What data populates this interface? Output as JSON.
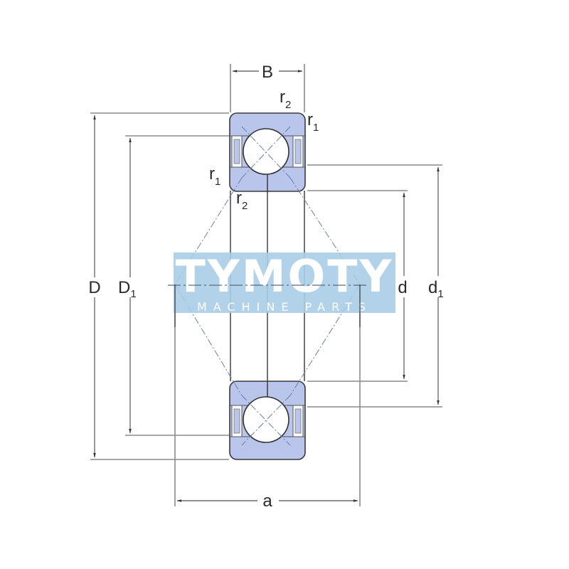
{
  "drawing": {
    "title": "Four-point contact ball bearing cross-section",
    "colors": {
      "ring_fill": "#b9c5ea",
      "outline": "#3a3a3a",
      "dim_line": "#7a7a7a",
      "watermark_bg": "#a9cde6",
      "watermark_text": "#ffffff"
    },
    "labels": {
      "B": "B",
      "r2_top": {
        "base": "r",
        "sub": "2"
      },
      "r1_top": {
        "base": "r",
        "sub": "1"
      },
      "r1_left": {
        "base": "r",
        "sub": "1"
      },
      "r2_left": {
        "base": "r",
        "sub": "2"
      },
      "D": "D",
      "D1": {
        "base": "D",
        "sub": "1"
      },
      "d": "d",
      "d1": {
        "base": "d",
        "sub": "1"
      },
      "a": "a"
    }
  },
  "watermark": {
    "brand": "TYMOTY",
    "tagline": "MACHINE PARTS"
  }
}
